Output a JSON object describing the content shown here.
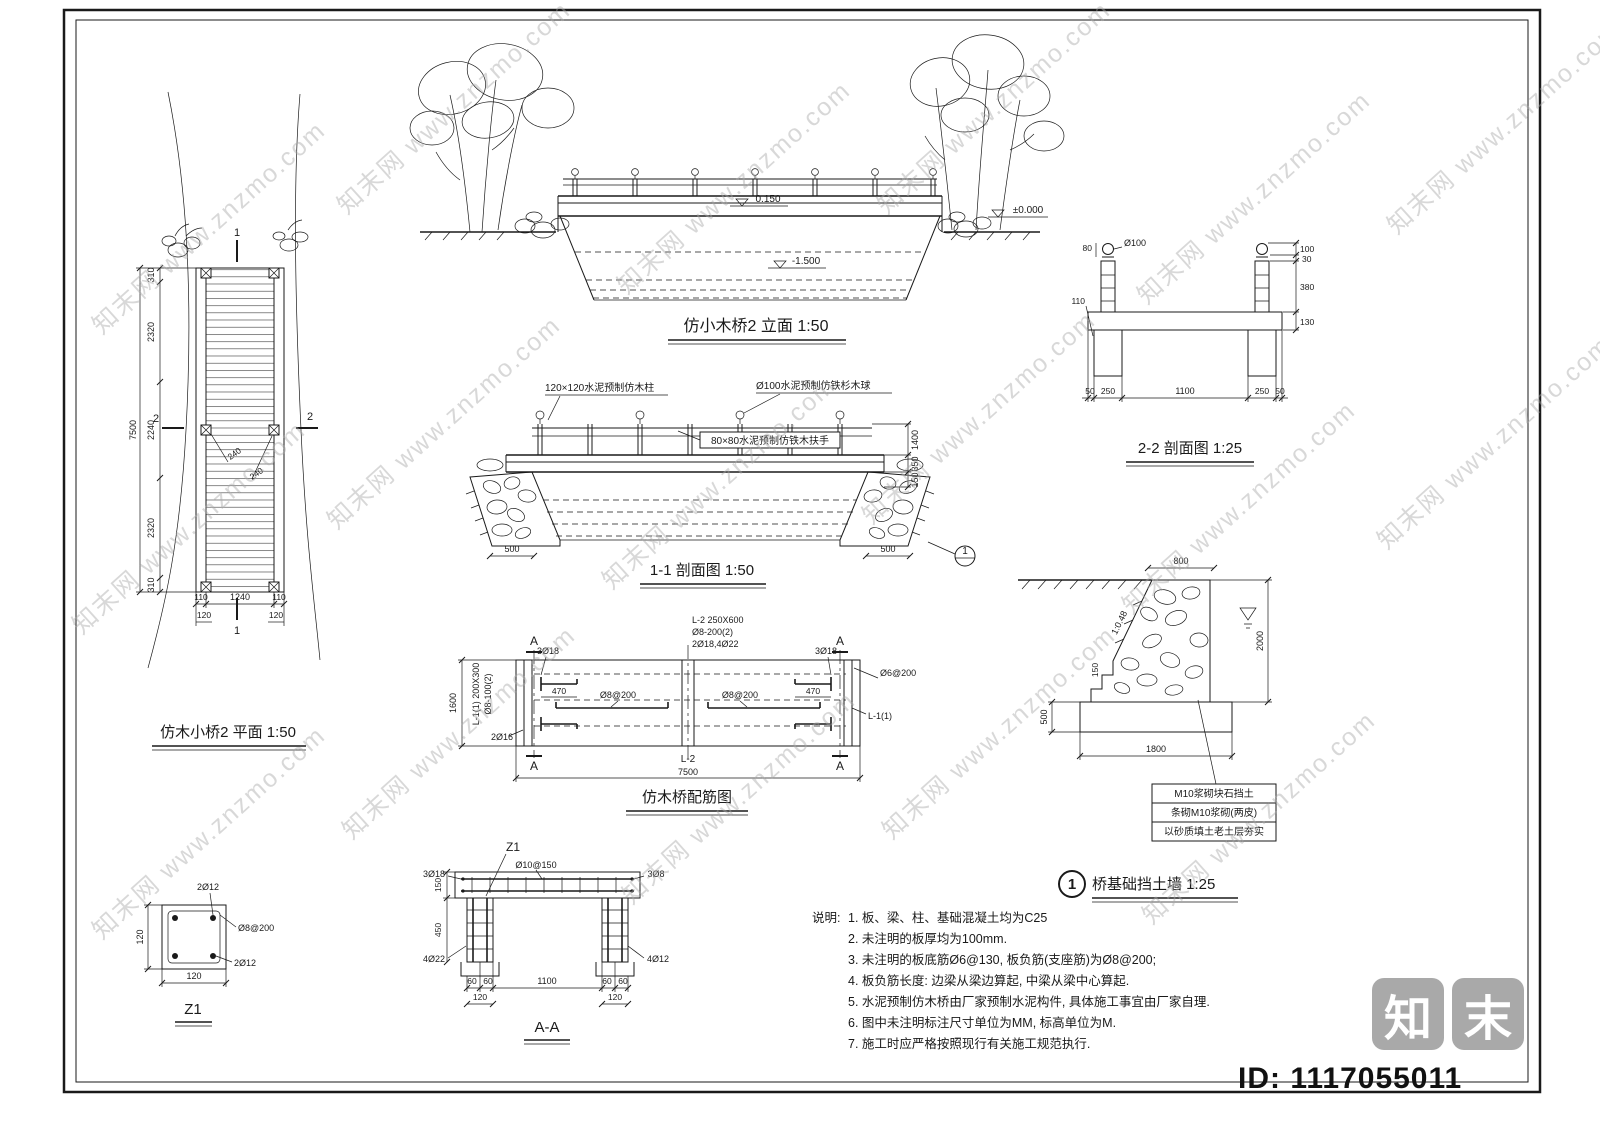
{
  "sheet": {
    "watermark_text": "知末网 www.znzmo.com",
    "logo_char_1": "知",
    "logo_char_2": "末",
    "id_label": "ID: 1117055011"
  },
  "plan": {
    "title": "仿木小桥2 平面 1:50",
    "dim_total": "7500",
    "dims_left": [
      "310",
      "2320",
      "2240",
      "2320",
      "310"
    ],
    "dims_bottom": [
      "110",
      "1240",
      "110"
    ],
    "dims_edge": [
      "120",
      "120"
    ],
    "dim_diag_1": "240",
    "dim_diag_2": "240",
    "cut_1": "1",
    "cut_2": "2"
  },
  "elevation": {
    "title": "仿小木桥2 立面 1:50",
    "level_deck": "0.150",
    "level_ground": "±0.000",
    "level_water": "-1.500"
  },
  "section22": {
    "title": "2-2 剖面图 1:25",
    "callout_ball": "Ø100",
    "dim_ball_h": "80",
    "dim_leg": "110",
    "dims_right": [
      "100",
      "30",
      "380",
      "130"
    ],
    "dims_bottom": [
      "50",
      "250",
      "1100",
      "250",
      "50"
    ]
  },
  "section11": {
    "title": "1-1 剖面图 1:50",
    "callout_post": "120×120水泥预制仿木柱",
    "callout_ball": "Ø100水泥预制仿铁杉木球",
    "callout_rail": "80×80水泥预制仿铁木扶手",
    "dims_right": [
      "1400",
      "350",
      "150"
    ],
    "dim_500_left": "500",
    "dim_500_right": "500",
    "detail_ref": "1"
  },
  "rebar": {
    "title": "仿木桥配筋图",
    "beam_main": "L-2  250X600",
    "beam_stirrups": "Ø8-200(2)",
    "beam_bars": "2Ø18,4Ø22",
    "neg_bars_left": "3Ø18",
    "neg_bars_right": "3Ø18",
    "edge_beam": "L-1(1) 200X300",
    "edge_stirrups": "Ø8-100(2)",
    "edge_bars": "2Ø16",
    "slab_bars_left": "Ø8@200",
    "slab_bars_right": "Ø8@200",
    "slab_bars_top": "Ø6@200",
    "dim_470_left": "470",
    "dim_470_right": "470",
    "label_edge_beam": "L-1(1)",
    "label_mid_beam": "L-2",
    "dim_width": "1600",
    "dim_length": "7500",
    "cut_a": "A"
  },
  "wall": {
    "bubble": "1",
    "title": "桥基础挡土墙 1:25",
    "dim_top": "800",
    "dim_height": "2000",
    "dim_footing": "500",
    "dim_step": "150",
    "dim_base": "1800",
    "slope": "1:0.48",
    "notes": [
      "M10浆砌块石挡土",
      "条砌M10浆砌(两皮)",
      "以砂质填土老土层夯实"
    ]
  },
  "z1": {
    "title": "Z1",
    "bars_top": "2Ø12",
    "stirrup": "Ø8@200",
    "bars_bottom": "2Ø12",
    "dim_w": "120",
    "dim_h": "120"
  },
  "aa": {
    "title": "A-A",
    "column_ref": "Z1",
    "bars_top_left": "3Ø18",
    "slab_stirrups": "Ø10@150",
    "bars_top_right": "3Ø8",
    "bars_bottom_left": "4Ø22",
    "bars_bottom_right": "4Ø12",
    "dims_row1": [
      "60",
      "60",
      "1100",
      "60",
      "60"
    ],
    "dims_row2": [
      "120",
      "120"
    ],
    "dim_slab": "150",
    "dim_column": "450"
  },
  "notes": {
    "heading": "说明:",
    "items": [
      "1. 板、梁、柱、基础混凝土均为C25",
      "2. 未注明的板厚均为100mm.",
      "3. 未注明的板底筋Ø6@130, 板负筋(支座筋)为Ø8@200;",
      "4. 板负筋长度: 边梁从梁边算起, 中梁从梁中心算起.",
      "5. 水泥预制仿木桥由厂家预制水泥构件, 具体施工事宜由厂家自理.",
      "6. 图中未注明标注尺寸单位为MM, 标高单位为M.",
      "7. 施工时应严格按照现行有关施工规范执行."
    ]
  }
}
